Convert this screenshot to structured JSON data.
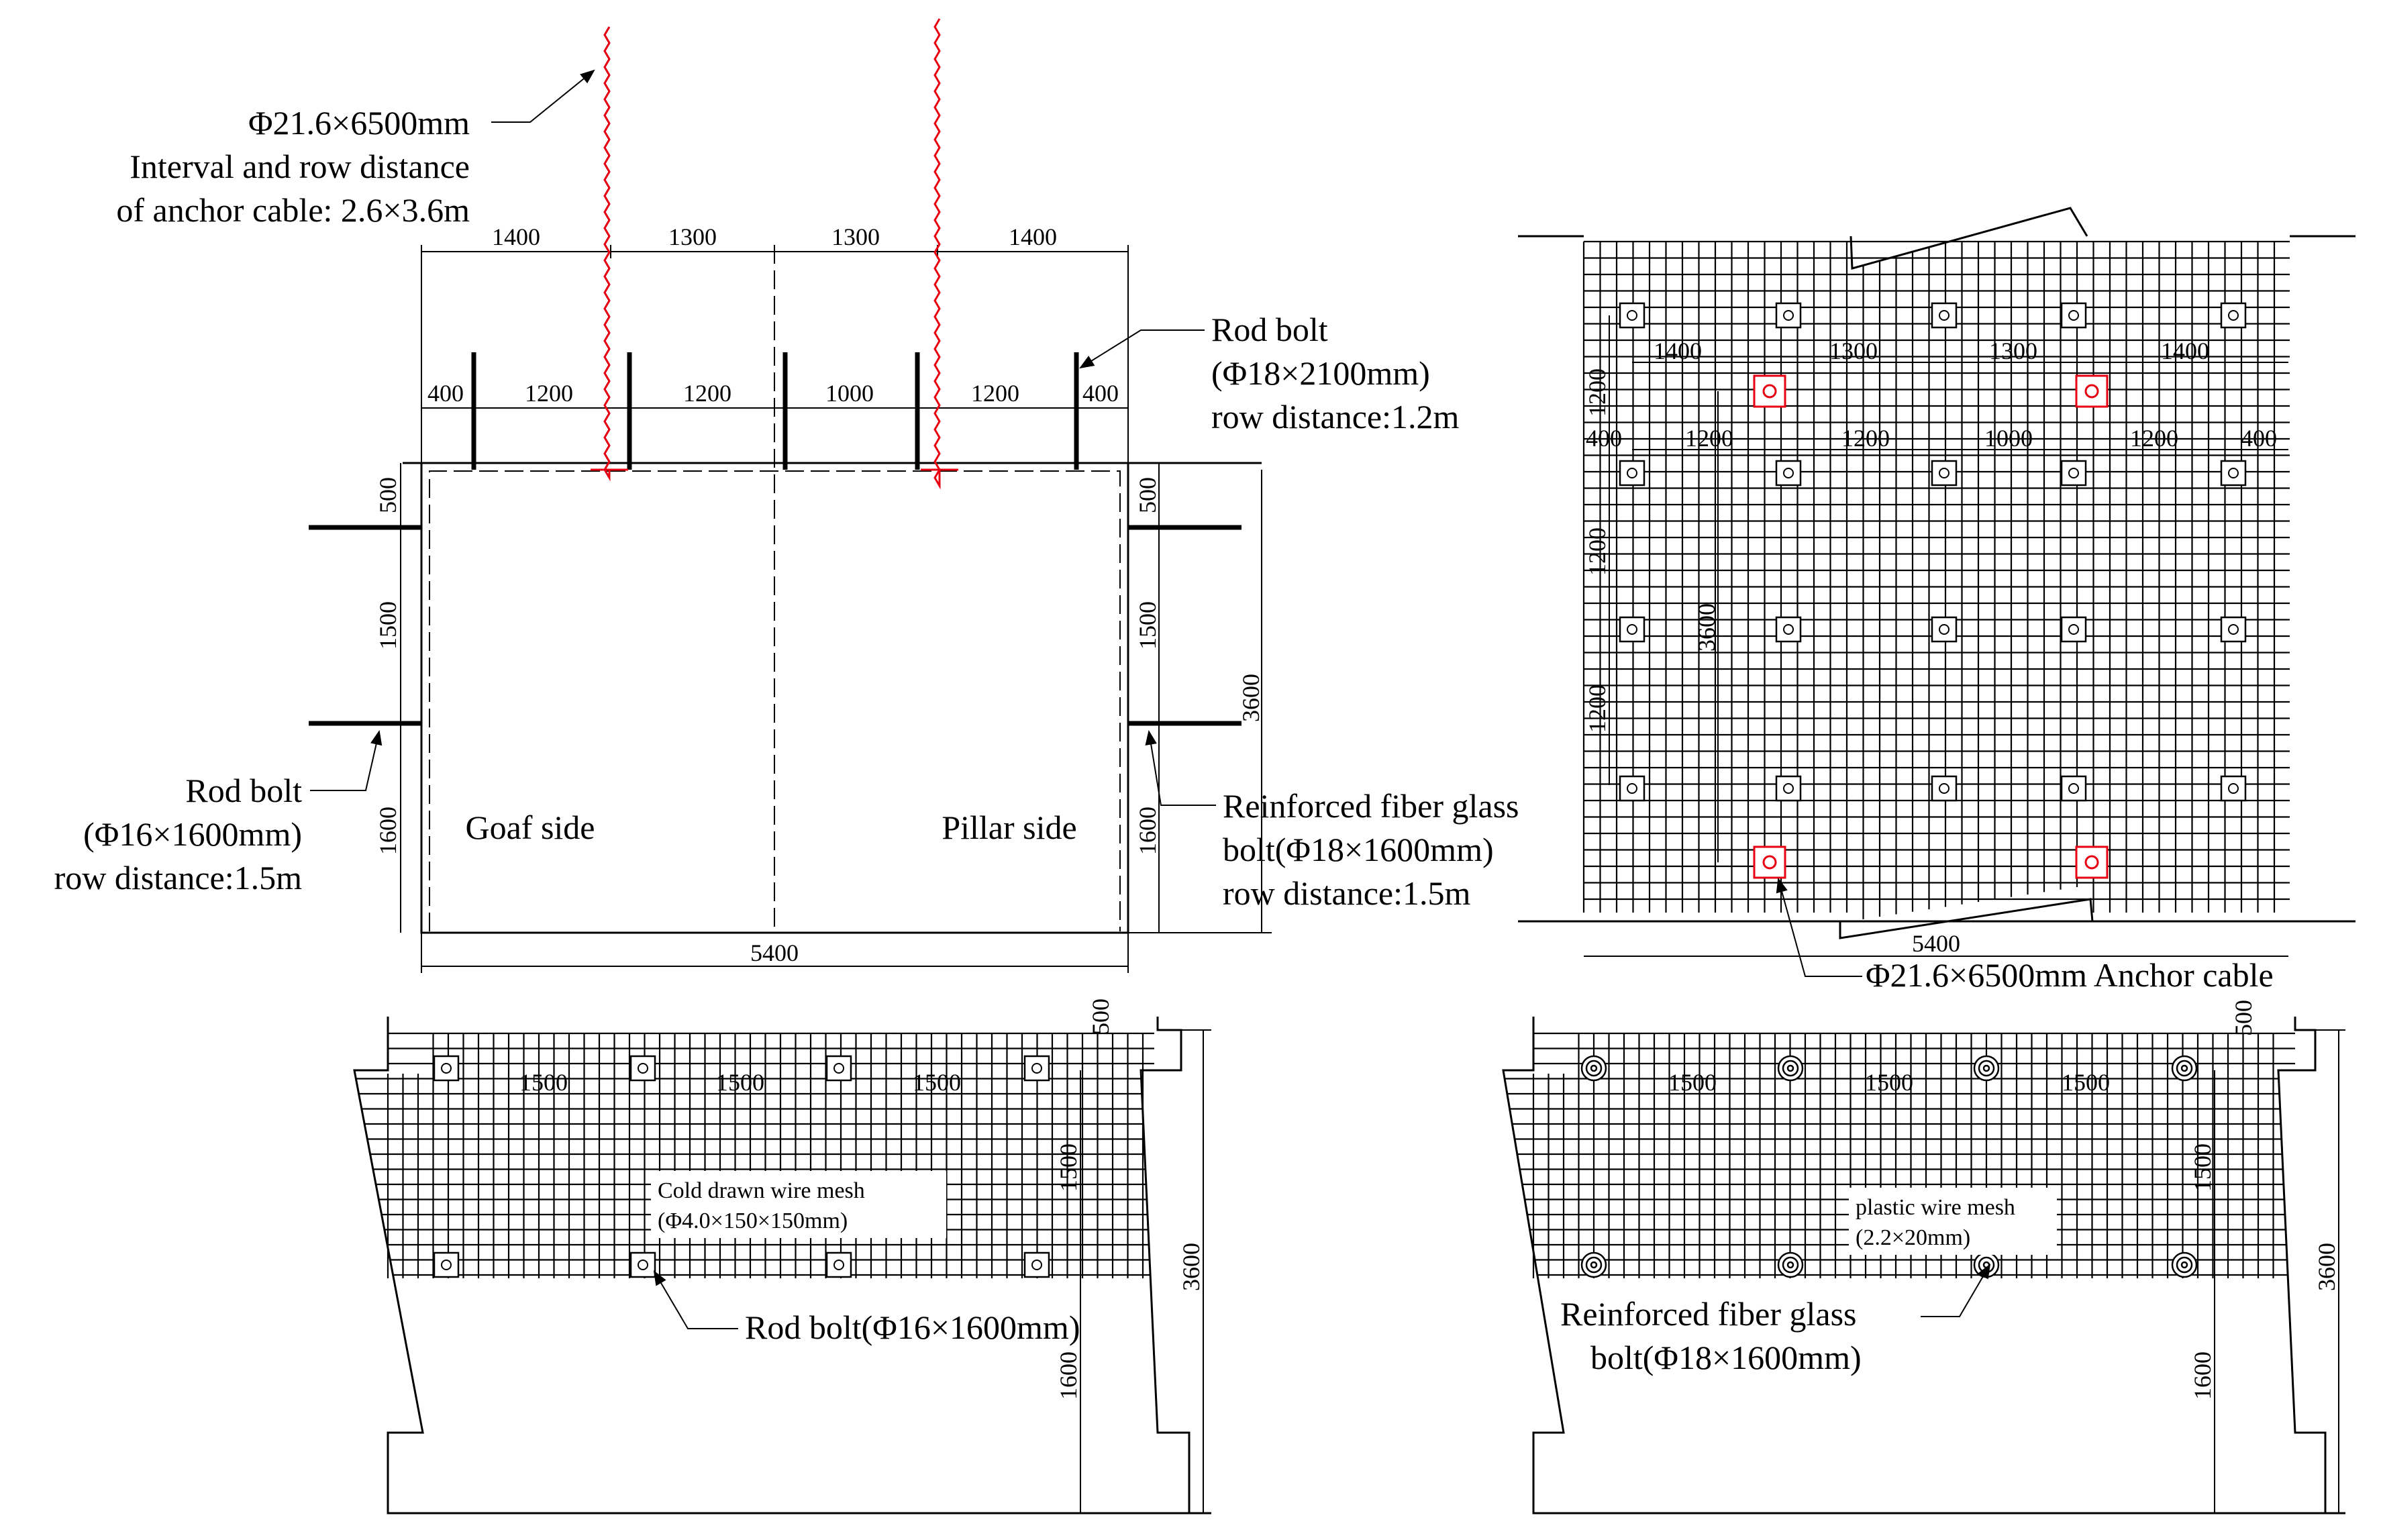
{
  "cross_section": {
    "top_dims": [
      "1400",
      "1300",
      "1300",
      "1400"
    ],
    "bolt_dims": [
      "400",
      "1200",
      "1200",
      "1000",
      "1200",
      "400"
    ],
    "left_dims": [
      "500",
      "1500",
      "1600"
    ],
    "right_dims": [
      "500",
      "1500",
      "1600"
    ],
    "height_dim": "3600",
    "width_dim": "5400",
    "goaf_label": "Goaf side",
    "pillar_label": "Pillar side",
    "anchor_note": [
      "Φ21.6×6500mm",
      "Interval and row distance",
      "of anchor cable: 2.6×3.6m"
    ],
    "roof_bolt_note": [
      "Rod bolt",
      "(Φ18×2100mm)",
      "row distance:1.2m"
    ],
    "left_bolt_note": [
      "Rod bolt",
      "(Φ16×1600mm)",
      "row distance:1.5m"
    ],
    "right_bolt_note": [
      "Reinforced fiber glass",
      "bolt(Φ18×1600mm)",
      "row distance:1.5m"
    ]
  },
  "roof_plan": {
    "top_dims": [
      "1400",
      "1300",
      "1300",
      "1400"
    ],
    "bolt_dims": [
      "400",
      "1200",
      "1200",
      "1000",
      "1200",
      "400"
    ],
    "row_dims": [
      "1200",
      "1200",
      "1200"
    ],
    "span_dim": "3600",
    "width_dim": "5400",
    "anchor_note": "Φ21.6×6500mm Anchor cable"
  },
  "goaf_wall": {
    "spacing": [
      "1500",
      "1500",
      "1500"
    ],
    "top_dim": "500",
    "mid_dim": "1500",
    "bottom_dim": "1600",
    "height_dim": "3600",
    "mesh_note": [
      "Cold drawn wire mesh",
      "(Φ4.0×150×150mm)"
    ],
    "bolt_note": "Rod bolt(Φ16×1600mm)"
  },
  "pillar_wall": {
    "spacing": [
      "1500",
      "1500",
      "1500"
    ],
    "top_dim": "500",
    "mid_dim": "1500",
    "bottom_dim": "1600",
    "height_dim": "3600",
    "mesh_note": [
      "plastic wire mesh",
      "(2.2×20mm)"
    ],
    "bolt_note": [
      "Reinforced fiber glass",
      "bolt(Φ18×1600mm)"
    ]
  }
}
